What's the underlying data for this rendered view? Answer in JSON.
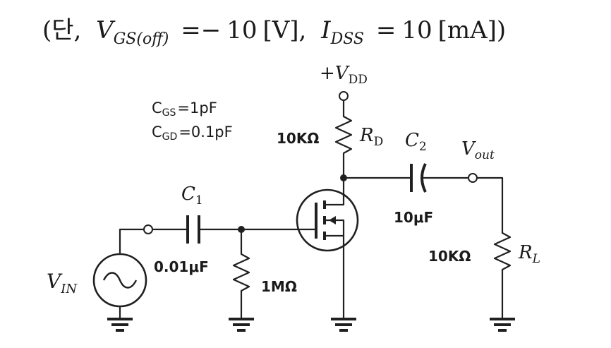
{
  "condition": {
    "open": "(",
    "dan": "단,",
    "vgs_sym": "V",
    "vgs_sub": "GS(off)",
    "vgs_eq": "=−",
    "vgs_val": "10",
    "vgs_unit": "[V],",
    "idss_sym": "I",
    "idss_sub": "DSS",
    "idss_eq": "=",
    "idss_val": "10",
    "idss_unit": "[mA]",
    "close": ")"
  },
  "caps": {
    "cgs_line": "CGS =1pF",
    "cgd_line": "CGD=0.1pF",
    "cgs_sym": "C",
    "cgs_sub": "GS",
    "cgs_val": "=1pF",
    "cgd_sym": "C",
    "cgd_sub": "GD",
    "cgd_val": "=0.1pF"
  },
  "supply": {
    "plus": "+",
    "sym": "V",
    "sub": "DD"
  },
  "rd": {
    "value": "10KΩ",
    "sym": "R",
    "sub": "D"
  },
  "c2": {
    "sym": "C",
    "sub": "2",
    "value": "10μF"
  },
  "vout": {
    "sym": "V",
    "sub": "out"
  },
  "c1": {
    "sym": "C",
    "sub": "1",
    "value": "0.01μF"
  },
  "rg": {
    "value": "1MΩ"
  },
  "rl": {
    "value": "10KΩ",
    "sym": "R",
    "sub": "L"
  },
  "vin": {
    "sym": "V",
    "sub": "IN"
  }
}
